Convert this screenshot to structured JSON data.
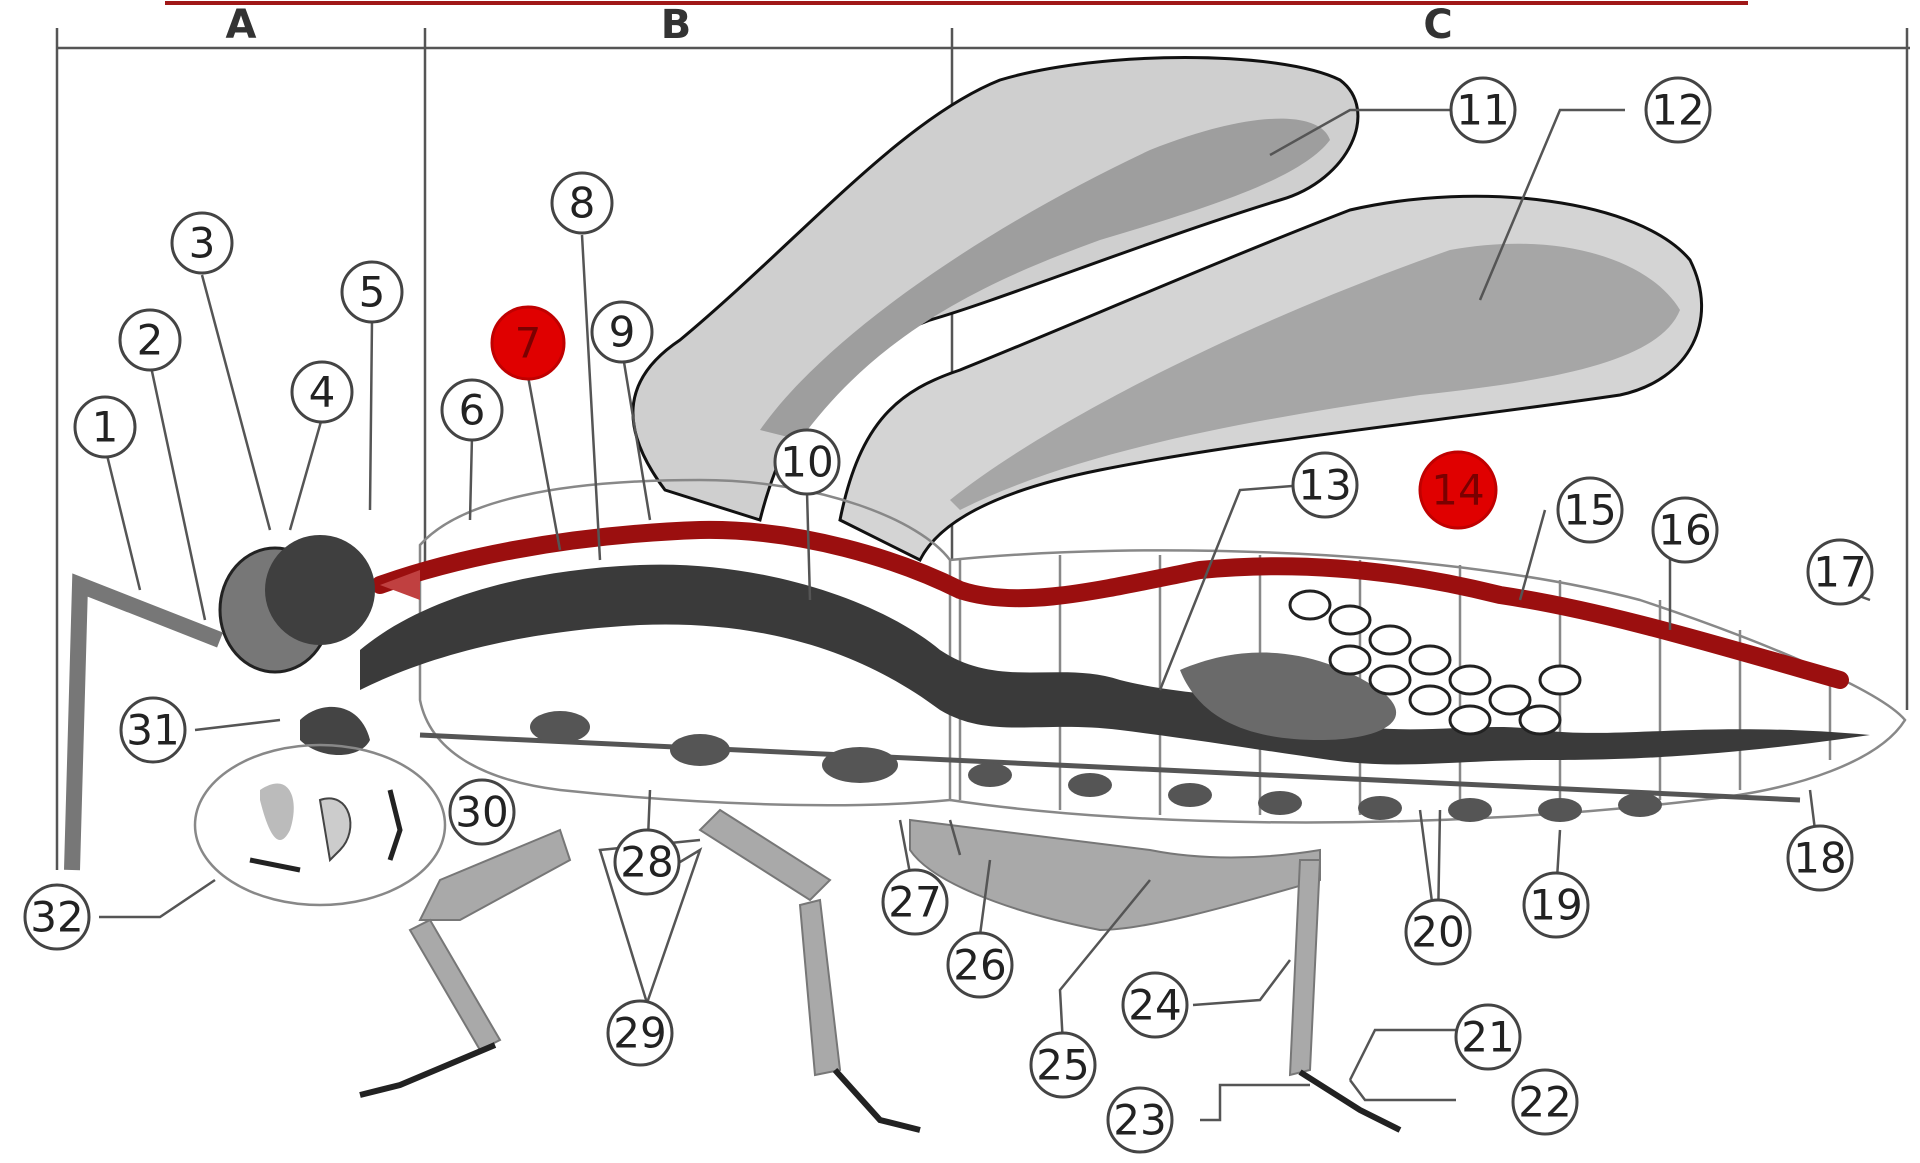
{
  "sections": {
    "a": "A",
    "b": "B",
    "c": "C"
  },
  "labels": {
    "l1": "1",
    "l2": "2",
    "l3": "3",
    "l4": "4",
    "l5": "5",
    "l6": "6",
    "l7": "7",
    "l8": "8",
    "l9": "9",
    "l10": "10",
    "l11": "11",
    "l12": "12",
    "l13": "13",
    "l14": "14",
    "l15": "15",
    "l16": "16",
    "l17": "17",
    "l18": "18",
    "l19": "19",
    "l20": "20",
    "l21": "21",
    "l22": "22",
    "l23": "23",
    "l24": "24",
    "l25": "25",
    "l26": "26",
    "l27": "27",
    "l28": "28",
    "l29": "29",
    "l30": "30",
    "l31": "31",
    "l32": "32"
  },
  "highlighted_labels": [
    "7",
    "14"
  ],
  "colors": {
    "highlight": "#e00000",
    "dorsal_vessel": "#9b0f0f",
    "top_rule": "#a01818"
  }
}
